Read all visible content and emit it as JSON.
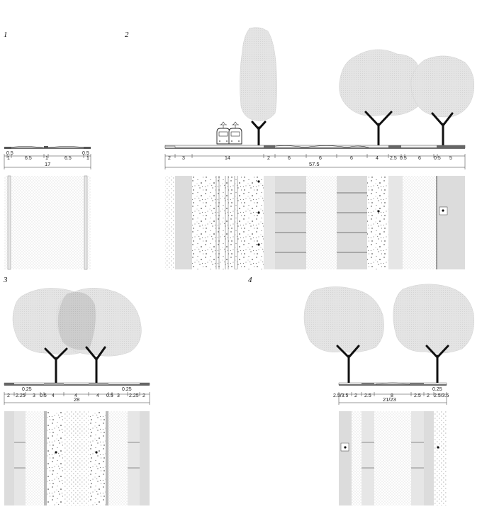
{
  "panels": [
    {
      "number": "1",
      "dims": [
        "0.5",
        "6.5",
        "1",
        "6.5",
        "0.5"
      ],
      "small_dims": [
        "1",
        "1"
      ],
      "total": "17"
    },
    {
      "number": "2",
      "dims": [
        "2",
        "3",
        "14",
        "2",
        "6",
        "6",
        "6",
        "4",
        "2.5",
        "0.5",
        "6",
        "0.5",
        "5"
      ],
      "total": "57.5"
    },
    {
      "number": "3",
      "dims": [
        "2",
        "2.25",
        "3",
        "0.5",
        "4",
        "4",
        "4",
        "0.5",
        "3",
        "2.25",
        "2"
      ],
      "upper_dims": [
        "0.25",
        "0.25"
      ],
      "total": "28"
    },
    {
      "number": "4",
      "dims": [
        "2.5/3.5",
        "2",
        "2.5",
        "8",
        "2.5",
        "2",
        "2.5/3.5"
      ],
      "upper_dims": [
        "0.25"
      ],
      "total": "21/23"
    }
  ],
  "colors": {
    "ink": "#1a1a1a",
    "canopy": "#dcdcdc",
    "canopy_edge": "#c8c8c8",
    "overlap": "#c4c4c4"
  },
  "icons": [
    "tree-icon",
    "tram-icon",
    "street-lamp-icon"
  ]
}
